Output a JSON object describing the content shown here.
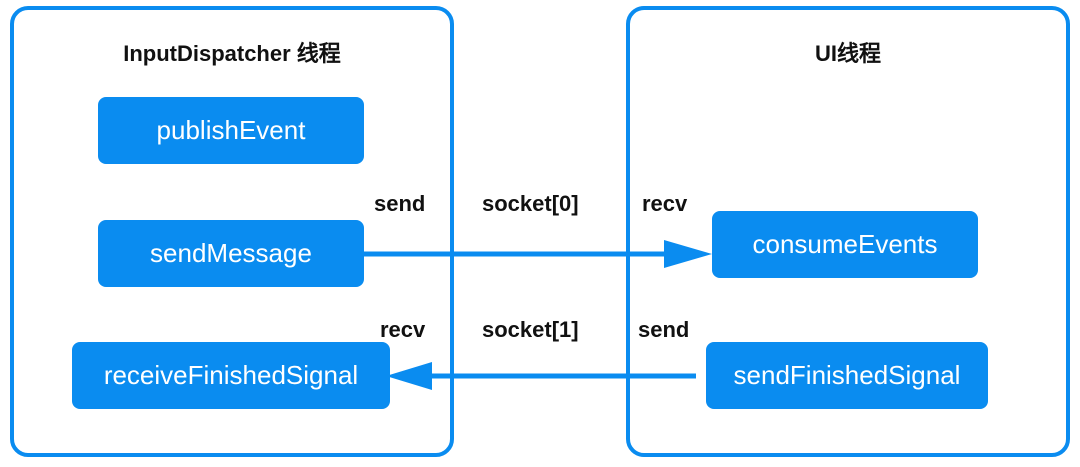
{
  "left_panel": {
    "title": "InputDispatcher 线程",
    "boxes": [
      "publishEvent",
      "sendMessage",
      "receiveFinishedSignal"
    ]
  },
  "right_panel": {
    "title": "UI线程",
    "boxes": [
      "consumeEvents",
      "sendFinishedSignal"
    ]
  },
  "channel_top": {
    "sender_label": "send",
    "socket_label": "socket[0]",
    "receiver_label": "recv"
  },
  "channel_bottom": {
    "receiver_label": "recv",
    "socket_label": "socket[1]",
    "sender_label": "send"
  },
  "colors": {
    "accent": "#0a8cf0",
    "text": "#111111",
    "box_text": "#ffffff"
  }
}
